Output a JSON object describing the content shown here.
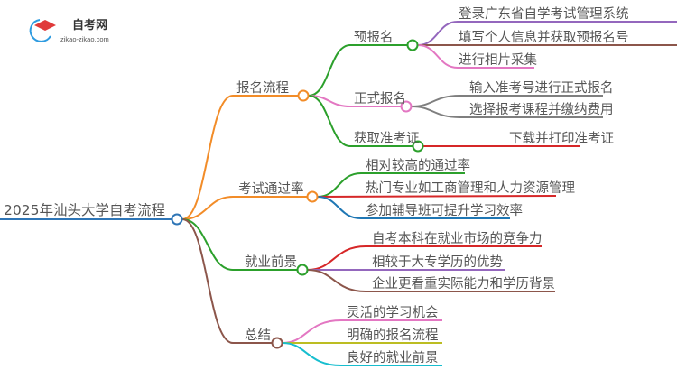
{
  "logo": {
    "title": "自考网",
    "url": "zikao-zikao.com"
  },
  "root": "2025年汕头大学自考流程",
  "branches": [
    {
      "label": "报名流程",
      "children": [
        {
          "label": "预报名",
          "children": [
            "登录广东省自学考试管理系统",
            "填写个人信息并获取预报名号",
            "进行相片采集"
          ]
        },
        {
          "label": "正式报名",
          "children": [
            "输入准考号进行正式报名",
            "选择报考课程并缴纳费用"
          ]
        },
        {
          "label": "获取准考证",
          "children": [
            "下载并打印准考证"
          ]
        }
      ]
    },
    {
      "label": "考试通过率",
      "children": [
        "相对较高的通过率",
        "热门专业如工商管理和人力资源管理",
        "参加辅导班可提升学习效率"
      ]
    },
    {
      "label": "就业前景",
      "children": [
        "自考本科在就业市场的竞争力",
        "相较于大专学历的优势",
        "企业更看重实际能力和学历背景"
      ]
    },
    {
      "label": "总结",
      "children": [
        "灵活的学习机会",
        "明确的报名流程",
        "良好的就业前景"
      ]
    }
  ],
  "colors": {
    "root": "#2e75b6",
    "orange": "#f28c28",
    "green": "#2ca02c",
    "pink": "#e377c2",
    "purple": "#9467bd",
    "brown": "#8c564b",
    "gray": "#7f7f7f",
    "red": "#d62728",
    "blue": "#1f77b4",
    "olive": "#bcbd22",
    "cyan": "#17becf"
  }
}
